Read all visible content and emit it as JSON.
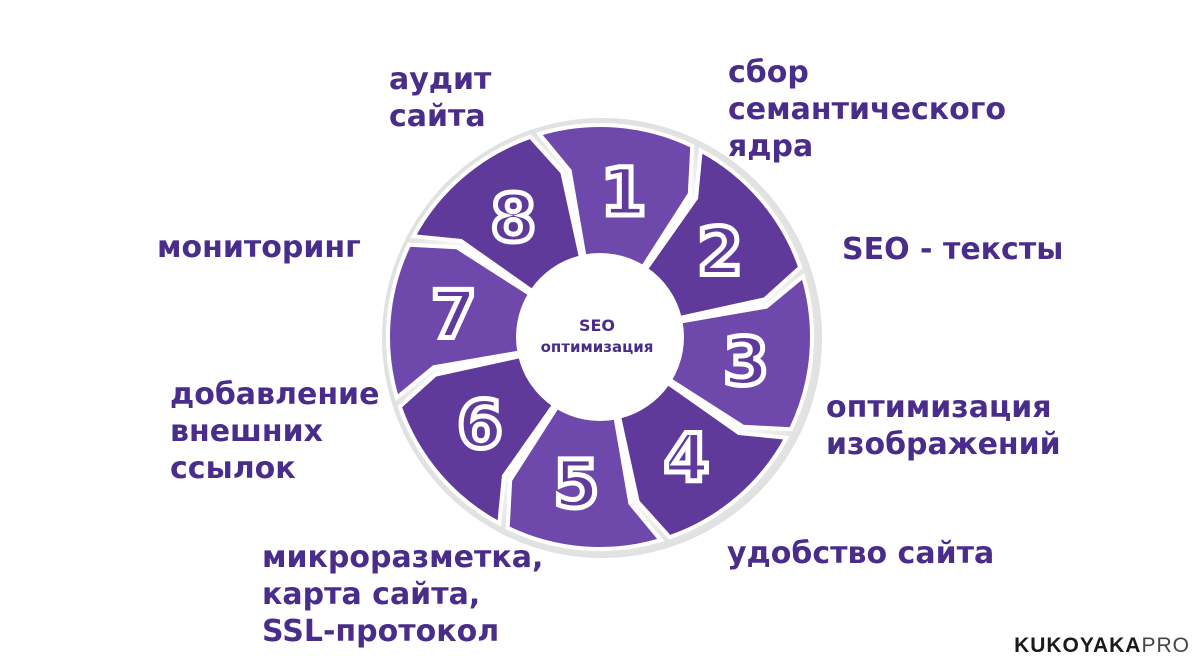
{
  "colors": {
    "segment": "#5f3a9a",
    "segment_light": "#6e49ab",
    "text": "#4a2c8a",
    "number_stroke": "#ffffff"
  },
  "center": {
    "line1": "SEO",
    "line2": "оптимизация"
  },
  "steps": [
    {
      "number": "1",
      "label": "аудит\nсайта"
    },
    {
      "number": "2",
      "label": "сбор\nсемантического\nядра"
    },
    {
      "number": "3",
      "label": "SEO - тексты"
    },
    {
      "number": "4",
      "label": "оптимизация\nизображений"
    },
    {
      "number": "5",
      "label": "удобство сайта"
    },
    {
      "number": "6",
      "label": "микроразметка,\nкарта сайта,\nSSL-протокол"
    },
    {
      "number": "7",
      "label": "добавление\nвнешних\nссылок"
    },
    {
      "number": "8",
      "label": "мониторинг"
    }
  ],
  "brand": {
    "main": "KUKOYAKA",
    "suffix": "PRO"
  }
}
